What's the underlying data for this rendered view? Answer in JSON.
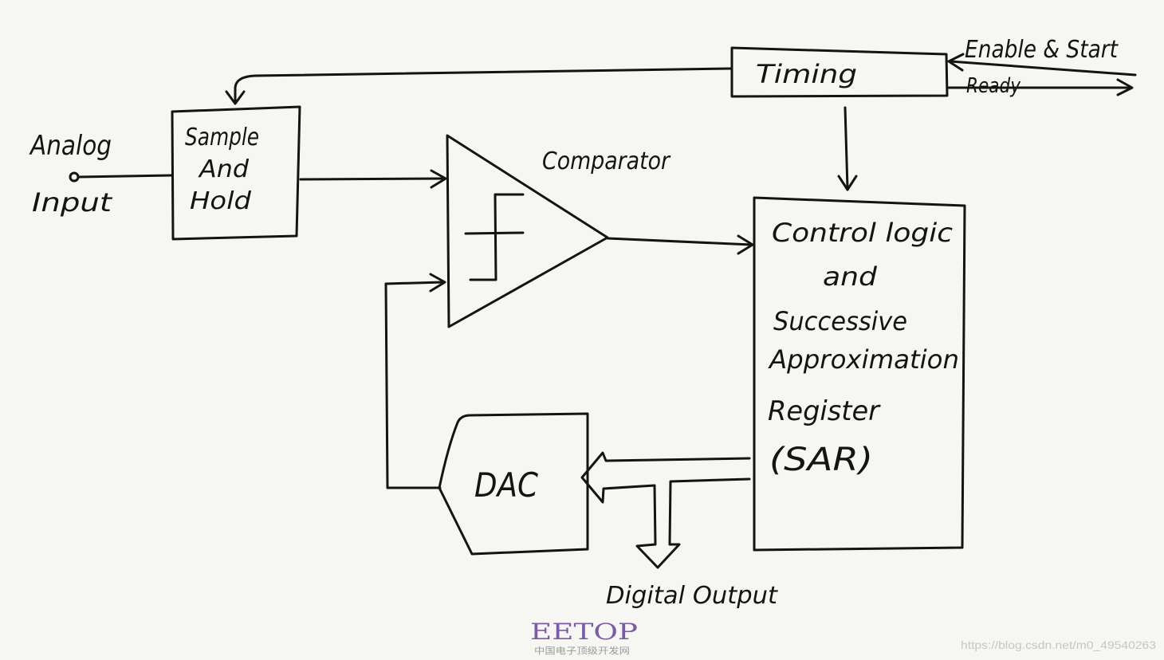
{
  "diagram": {
    "analog_input": {
      "line1": "Analog",
      "line2": "Input"
    },
    "sample_hold": {
      "line1": "Sample",
      "line2": "And",
      "line3": "Hold"
    },
    "comparator": {
      "label": "Comparator"
    },
    "timing": {
      "label": "Timing"
    },
    "enable_start": "Enable & Start",
    "ready": "Ready",
    "sar": {
      "lines": [
        "Control logic",
        "and",
        "Successive",
        "Approximation",
        "Register",
        "(SAR)"
      ]
    },
    "dac": {
      "label": "DAC"
    },
    "digital_output": "Digital Output"
  },
  "watermark": {
    "logo": "EETOP",
    "logo_subtitle": "中国电子顶级开发网",
    "url": "https://blog.csdn.net/m0_49540263"
  },
  "colors": {
    "background": "#f6f6f3",
    "ink": "#141414",
    "logo": "#7b5aa8",
    "logo_subtitle": "#9a9a9a",
    "watermark": "#c6c6c6"
  }
}
